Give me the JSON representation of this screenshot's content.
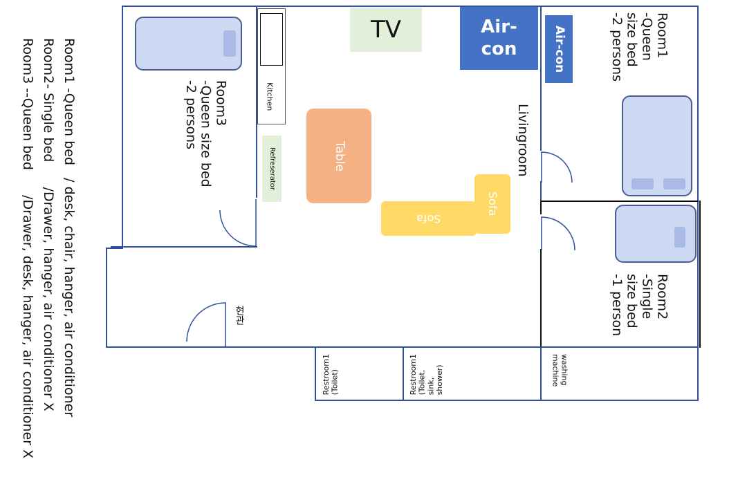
{
  "legend": {
    "line1": "Room1 -Queen bed   / desk, chair, hanger, air conditioner",
    "line2": "Room2- Single bed      /Drawer, hanger, air conditioner X",
    "line3": "Room3 --Queen bed      /Drawer, desk, hanger, air conditioner X"
  },
  "rooms": {
    "room1": "Room1\n-Queen\nsize bed\n-2 persons",
    "room2": "Room2\n-Single\nsize bed\n-1 person",
    "room3": "Room3\n-Queen size bed\n-2 persons",
    "livingroom": "Livingroom"
  },
  "fixtures": {
    "tv": "TV",
    "aircon_big": "Air-\ncon",
    "aircon_small": "Air-con",
    "kitchen": "Kitchen",
    "refrigerator": "Refreserator",
    "table": "Table",
    "sofa_vertical": "Sofa",
    "sofa_horizontal": "Sofa",
    "entrance": "현관",
    "restroom_left": "Restroom1\n(Toilet)",
    "restroom_mid": "Restroom1\n(Toilet,\nsink,\nshower)",
    "washing_machine": "washing\nmachine"
  },
  "colors": {
    "wall": "#2f4f9a",
    "tv_box": "#e2efd9",
    "aircon": "#4472c4",
    "table": "#f4b183",
    "sofa": "#ffd966",
    "fridge": "#e2efd9",
    "bed": "#cdd8f2"
  }
}
